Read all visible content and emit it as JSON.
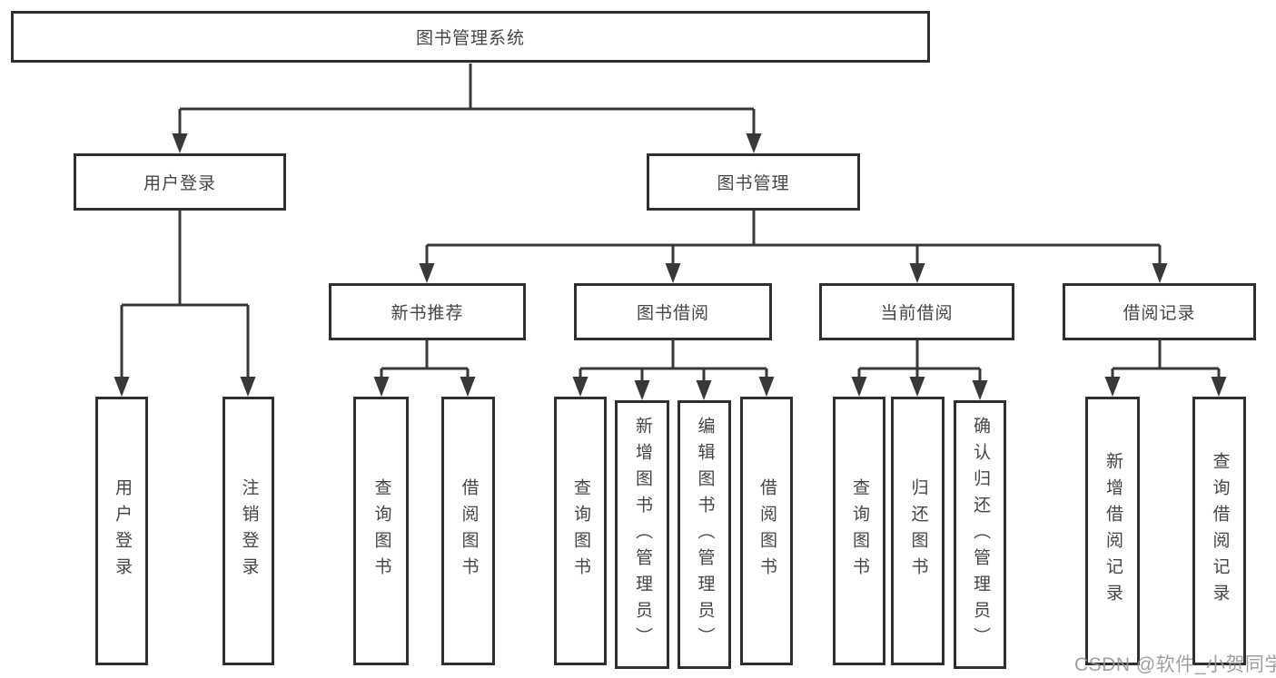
{
  "diagram": {
    "root": "图书管理系统",
    "branches": [
      {
        "label": "用户登录",
        "children": [
          "用户登录",
          "注销登录"
        ]
      },
      {
        "label": "图书管理",
        "sections": [
          {
            "label": "新书推荐",
            "children": [
              "查询图书",
              "借阅图书"
            ]
          },
          {
            "label": "图书借阅",
            "children": [
              "查询图书",
              "新增图书（管理员）",
              "编辑图书（管理员）",
              "借阅图书"
            ]
          },
          {
            "label": "当前借阅",
            "children": [
              "查询图书",
              "归还图书",
              "确认归还（管理员）"
            ]
          },
          {
            "label": "借阅记录",
            "children": [
              "新增借阅记录",
              "查询借阅记录"
            ]
          }
        ]
      }
    ]
  },
  "colors": {
    "line": "#383838",
    "box_border": "#2f2f2f",
    "text": "#454545",
    "watermark": "#969696",
    "background": "#ffffff"
  },
  "watermark": "CSDN @软件_小贺同学"
}
